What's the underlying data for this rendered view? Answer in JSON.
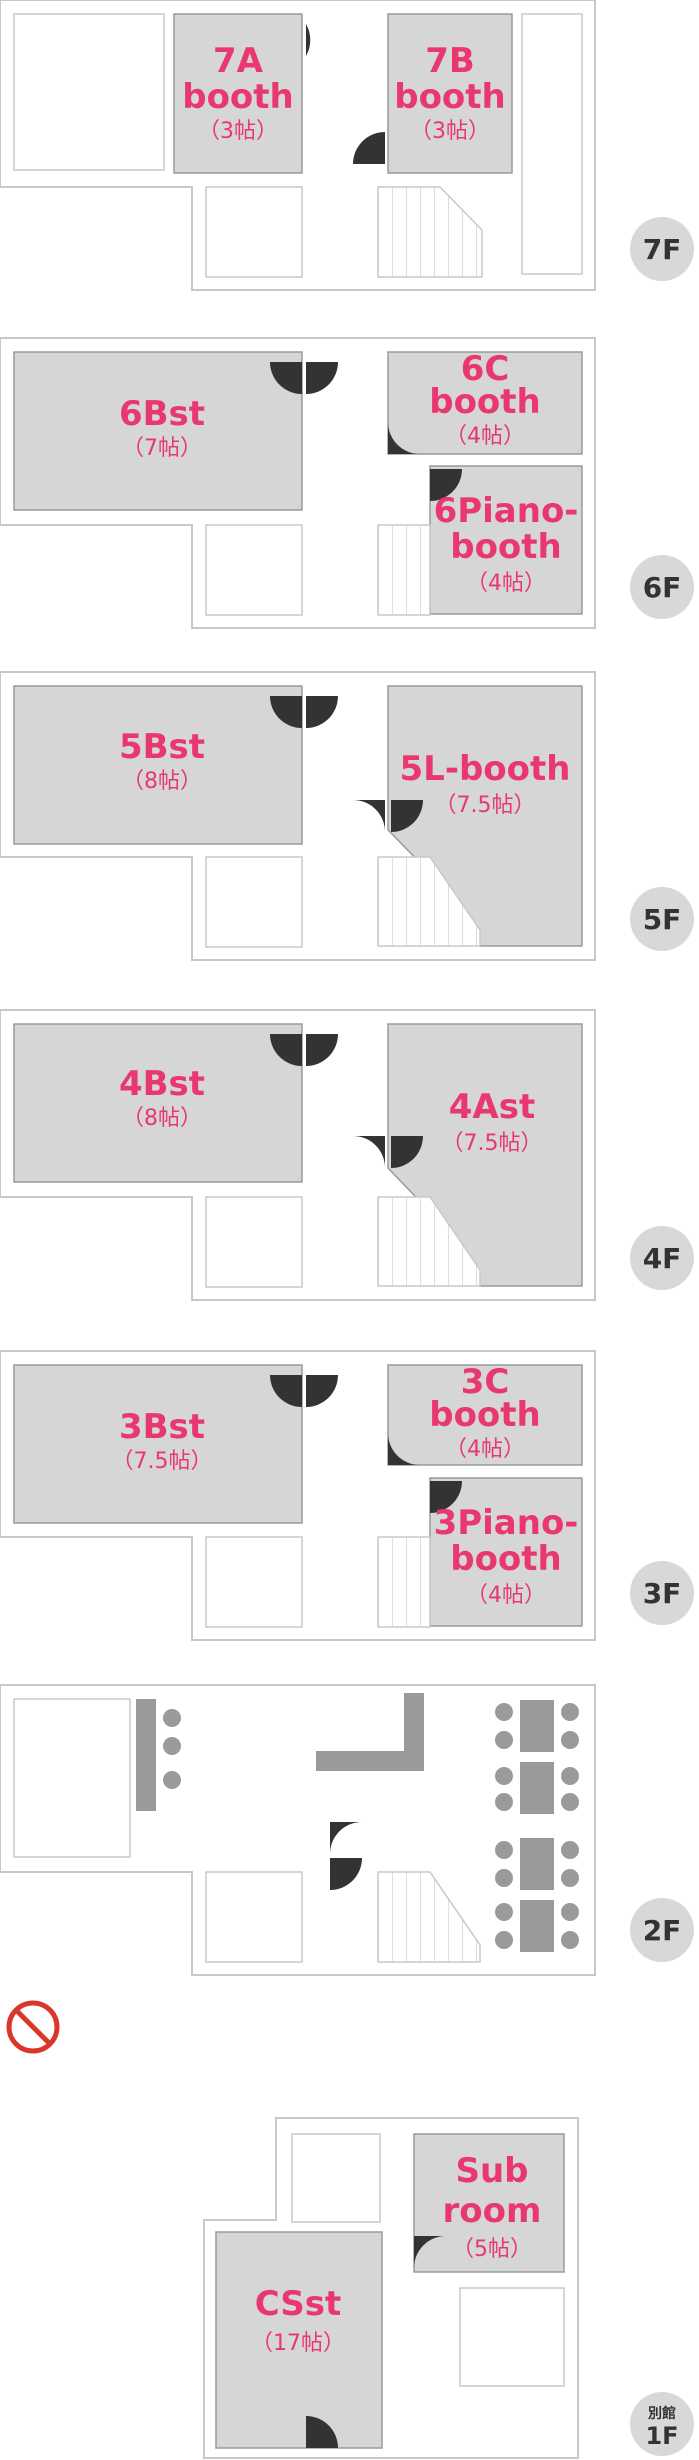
{
  "colors": {
    "room_fill": "#d6d6d6",
    "wall": "#c8c8c8",
    "label": "#e8386f",
    "door": "#333333",
    "badge": "#d8d8d8",
    "badge_text": "#333333",
    "prohibited": "#d9372a",
    "furniture": "#9a9a9a"
  },
  "icons": {
    "floor_badge": "circle-badge",
    "door": "quarter-circle-door",
    "prohibited": "no-entry-circle-slash"
  },
  "floors": {
    "f7": {
      "badge": "7F",
      "rooms": {
        "a": {
          "name": "7A",
          "name2": "booth",
          "size": "（3帖）"
        },
        "b": {
          "name": "7B",
          "name2": "booth",
          "size": "（3帖）"
        }
      }
    },
    "f6": {
      "badge": "6F",
      "rooms": {
        "bst": {
          "name": "6Bst",
          "size": "（7帖）"
        },
        "c": {
          "name": "6C",
          "name2": "booth",
          "size": "（4帖）"
        },
        "piano": {
          "name": "6Piano-",
          "name2": "booth",
          "size": "（4帖）"
        }
      }
    },
    "f5": {
      "badge": "5F",
      "rooms": {
        "bst": {
          "name": "5Bst",
          "size": "（8帖）"
        },
        "l": {
          "name": "5L-booth",
          "size": "（7.5帖）"
        }
      }
    },
    "f4": {
      "badge": "4F",
      "rooms": {
        "bst": {
          "name": "4Bst",
          "size": "（8帖）"
        },
        "ast": {
          "name": "4Ast",
          "size": "（7.5帖）"
        }
      }
    },
    "f3": {
      "badge": "3F",
      "rooms": {
        "bst": {
          "name": "3Bst",
          "size": "（7.5帖）"
        },
        "c": {
          "name": "3C",
          "name2": "booth",
          "size": "（4帖）"
        },
        "piano": {
          "name": "3Piano-",
          "name2": "booth",
          "size": "（4帖）"
        }
      }
    },
    "f2": {
      "badge": "2F"
    },
    "annex": {
      "badge_top": "別館",
      "badge_bottom": "1F",
      "rooms": {
        "sub": {
          "name": "Sub",
          "name2": "room",
          "size": "（5帖）"
        },
        "csst": {
          "name": "CSst",
          "size": "（17帖）"
        }
      }
    }
  }
}
